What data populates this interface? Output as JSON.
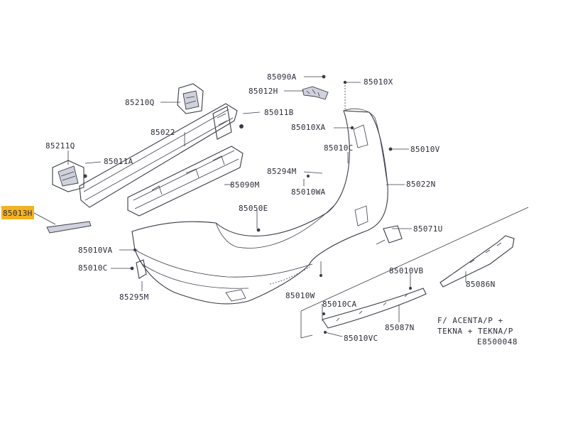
{
  "labels": {
    "p85090A": "85090A",
    "p85010X": "85010X",
    "p85012H": "85012H",
    "p85210Q": "85210Q",
    "p85011B": "85011B",
    "p85022": "85022",
    "p85010XA": "85010XA",
    "p85211Q": "85211Q",
    "p85011A": "85011A",
    "p85010C_top": "85010C",
    "p85010V": "85010V",
    "p85294M": "85294M",
    "p85090M": "85090M",
    "p85022N": "85022N",
    "p85010WA": "85010WA",
    "p85013H": "85013H",
    "p85050E": "85050E",
    "p85071U": "85071U",
    "p85010VA": "85010VA",
    "p85010C_left": "85010C",
    "p85010VB": "85010VB",
    "p85086N": "85086N",
    "p85295M": "85295M",
    "p85010W": "85010W",
    "p85010CA": "85010CA",
    "p85087N": "85087N",
    "p85010VC": "85010VC"
  },
  "notes": {
    "line1": "F/ ACENTA/P +",
    "line2": "TEKNA + TEKNA/P",
    "code": "E8500048"
  },
  "highlight_color": "#f3b321"
}
